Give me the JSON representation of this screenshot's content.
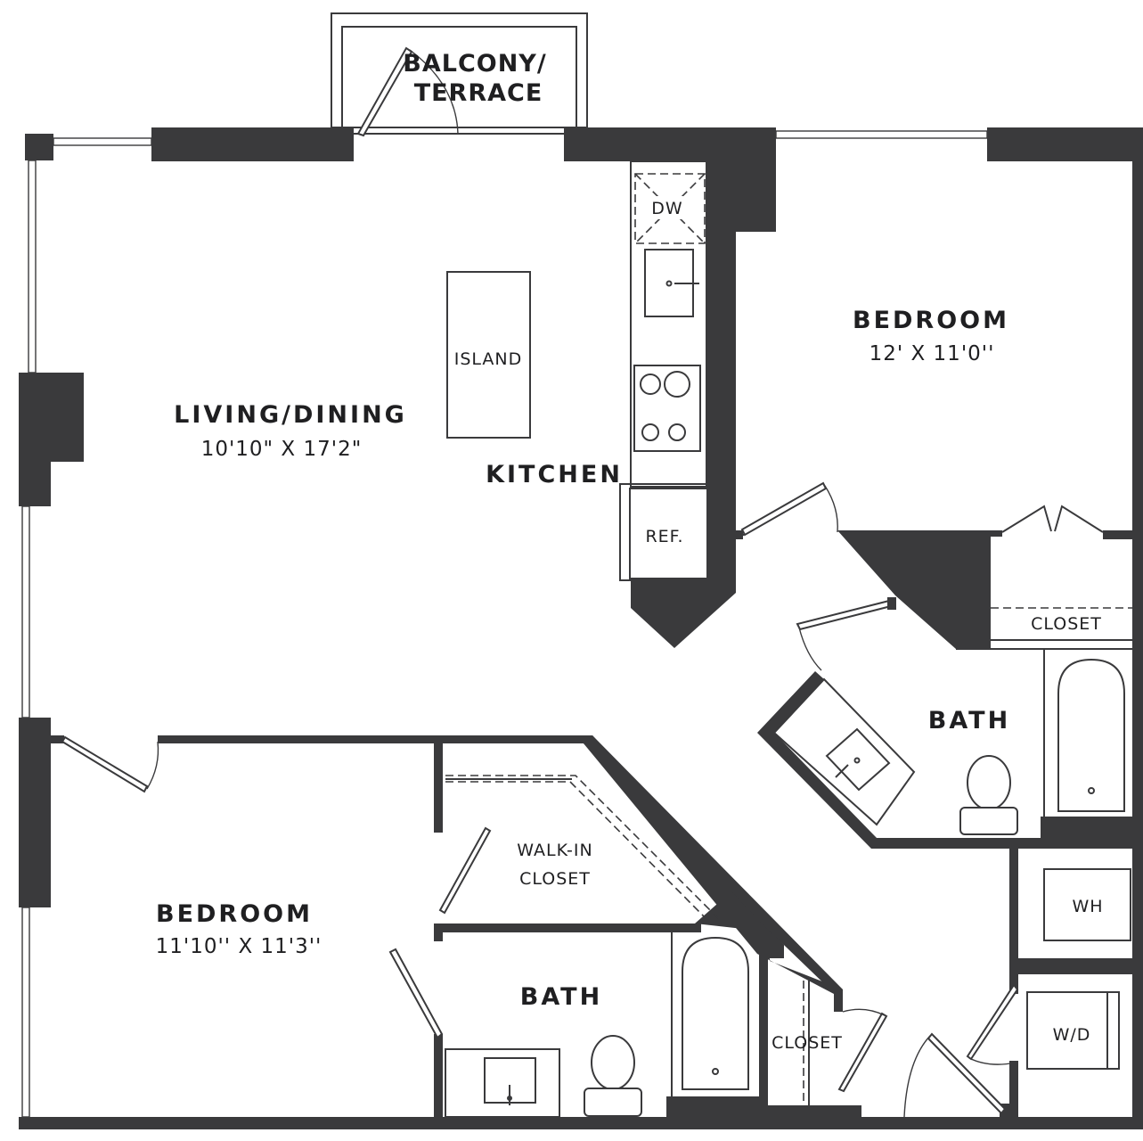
{
  "rooms": {
    "balcony": {
      "line1": "BALCONY/",
      "line2": "TERRACE"
    },
    "living": {
      "name": "LIVING/DINING",
      "dims": "10'10\" X 17'2\""
    },
    "kitchen": {
      "name": "KITCHEN"
    },
    "island": {
      "name": "ISLAND"
    },
    "dishwasher": {
      "name": "DW"
    },
    "refrigerator": {
      "name": "REF."
    },
    "bedroom_main": {
      "name": "BEDROOM",
      "dims": "12' X 11'0''"
    },
    "closet_main": {
      "name": "CLOSET"
    },
    "bath_main": {
      "name": "BATH"
    },
    "water_heater": {
      "name": "WH"
    },
    "washer_dryer": {
      "name": "W/D"
    },
    "bedroom_second": {
      "name": "BEDROOM",
      "dims": "11'10'' X 11'3''"
    },
    "walkin_closet": {
      "line1": "WALK-IN",
      "line2": "CLOSET"
    },
    "bath_second": {
      "name": "BATH"
    },
    "closet_hall": {
      "name": "CLOSET"
    }
  },
  "colors": {
    "wall": "#3a3a3c",
    "line": "#3a3a3c",
    "background": "#ffffff"
  }
}
